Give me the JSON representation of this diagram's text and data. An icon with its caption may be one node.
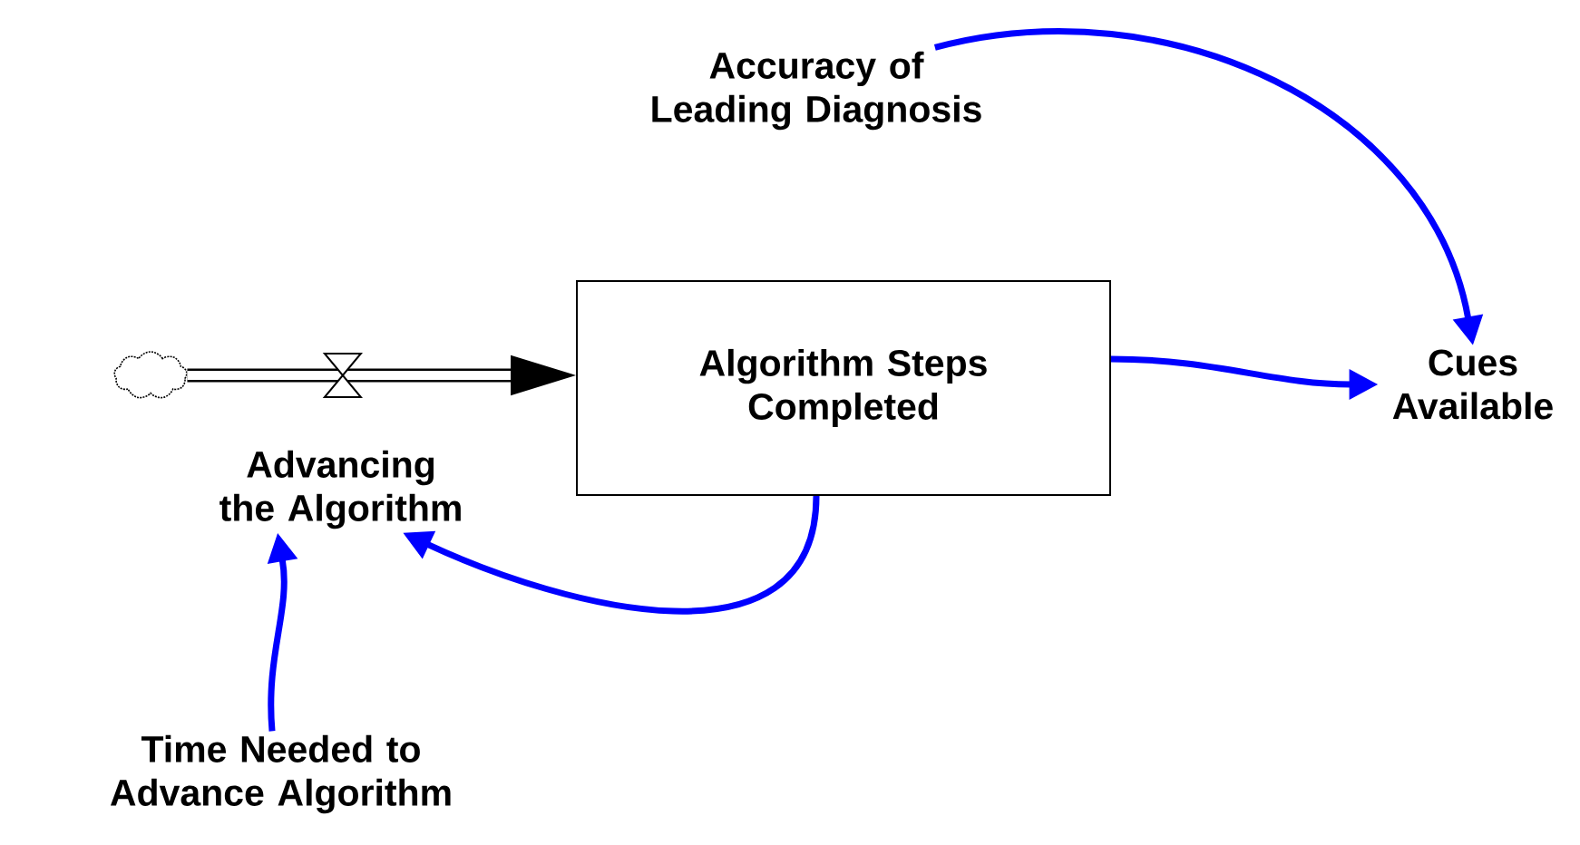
{
  "diagram": {
    "nodes": [
      {
        "text": [],
        "shape": "cloud"
      },
      {
        "text": [
          "Algorithm Steps Completed"
        ]
      },
      {
        "text": [
          "Advancing the Algorithm"
        ]
      },
      {
        "text": [
          "Accuracy of Leading Diagnosis"
        ]
      },
      {
        "text": [
          "Cues Available"
        ]
      },
      {
        "text": [
          "Time Needed to Advance Algorithm"
        ]
      }
    ],
    "edges": [
      {
        "from": 0,
        "to": 1,
        "arrow": "to",
        "style": "thick",
        "color": "#000000"
      },
      {
        "from": 1,
        "to": 2,
        "arrow": "to"
      },
      {
        "from": 5,
        "to": 2,
        "arrow": "to"
      },
      {
        "from": 3,
        "to": 4,
        "arrow": "to"
      },
      {
        "from": 1,
        "to": 4,
        "arrow": "to"
      }
    ]
  }
}
